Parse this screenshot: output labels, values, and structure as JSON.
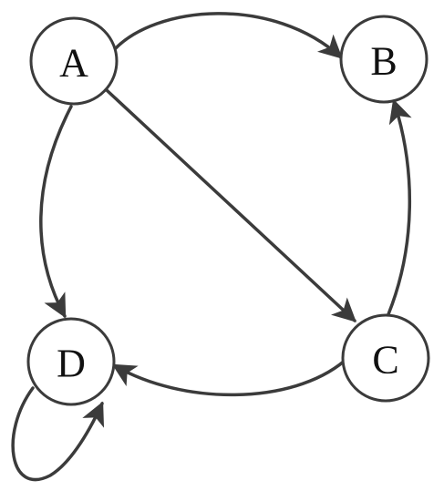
{
  "diagram": {
    "nodes": [
      {
        "id": "A",
        "label": "A"
      },
      {
        "id": "B",
        "label": "B"
      },
      {
        "id": "C",
        "label": "C"
      },
      {
        "id": "D",
        "label": "D"
      }
    ],
    "edges": [
      {
        "from": "A",
        "to": "B"
      },
      {
        "from": "A",
        "to": "C"
      },
      {
        "from": "A",
        "to": "D"
      },
      {
        "from": "C",
        "to": "B"
      },
      {
        "from": "C",
        "to": "D"
      },
      {
        "from": "D",
        "to": "D"
      }
    ],
    "colors": {
      "stroke": "#3b3b3b",
      "fill": "#ffffff",
      "text": "#111111"
    }
  }
}
